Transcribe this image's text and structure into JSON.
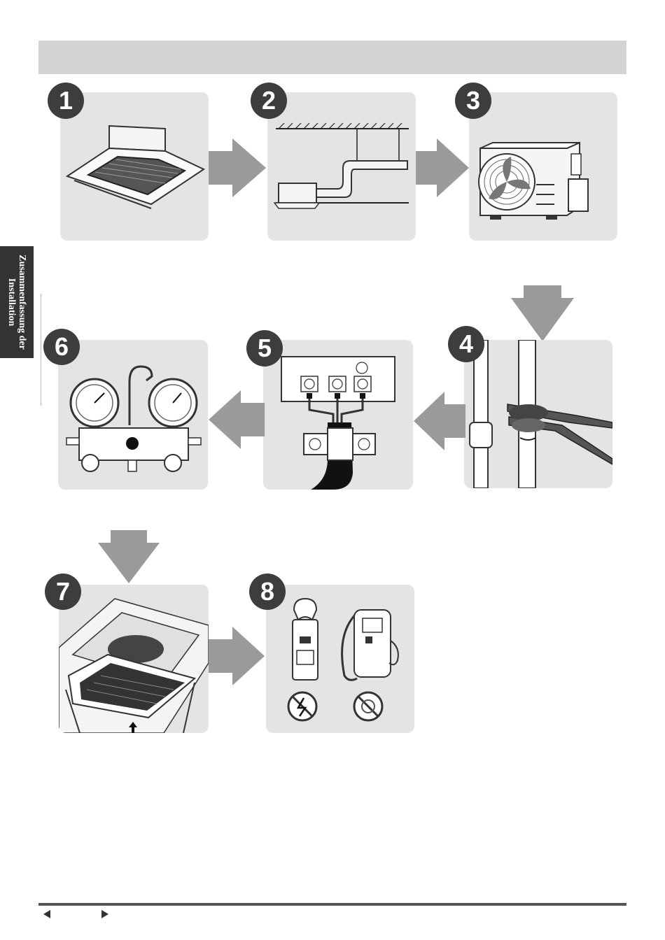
{
  "header": {
    "title": ""
  },
  "side_tab": {
    "line1": "Zusammenfassung der",
    "line2": "Installation"
  },
  "steps": [
    {
      "number": "1",
      "icon": "cassette-indoor-unit-icon"
    },
    {
      "number": "2",
      "icon": "ceiling-mounted-unit-piping-icon"
    },
    {
      "number": "3",
      "icon": "outdoor-unit-icon"
    },
    {
      "number": "4",
      "icon": "pipe-wrench-tightening-icon"
    },
    {
      "number": "5",
      "icon": "terminal-block-wiring-icon"
    },
    {
      "number": "6",
      "icon": "manifold-gauge-icon"
    },
    {
      "number": "7",
      "icon": "front-panel-installation-icon"
    },
    {
      "number": "8",
      "icon": "clamp-meter-leak-detector-icon"
    }
  ],
  "nav": {
    "prev": "previous-page-icon",
    "next": "next-page-icon"
  },
  "colors": {
    "panel": "#e4e4e4",
    "badge": "#3d3d3d",
    "arrow": "#9a9a9a",
    "header": "#d4d4d4"
  }
}
